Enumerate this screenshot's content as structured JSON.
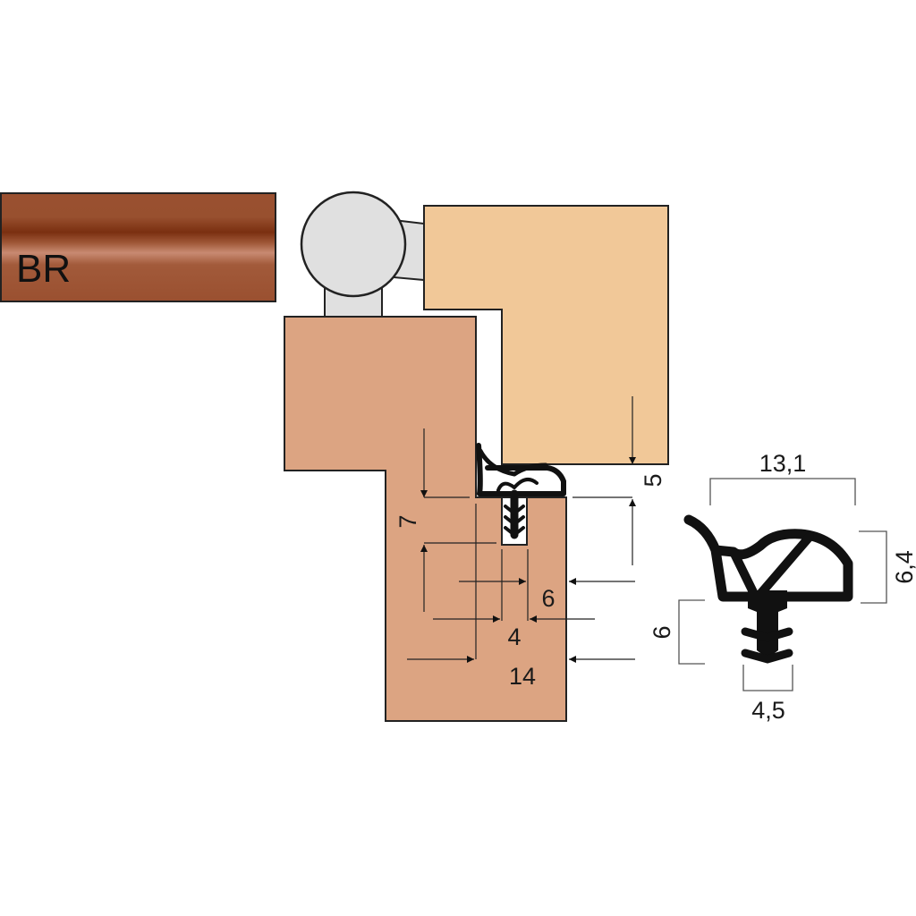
{
  "swatch": {
    "label": "BR",
    "color_base": "#9a5030",
    "color_dark": "#7a2f10",
    "color_highlight": "#c88a72"
  },
  "colors": {
    "frame": "#dca482",
    "sash": "#f1c898",
    "hinge": "#e0e0e0",
    "seal": "#111111",
    "outline": "#222222",
    "dim_line": "#555555"
  },
  "installation_dimensions": {
    "gap_top": "5",
    "groove_depth": "7",
    "groove_width": "4",
    "seal_offset": "6",
    "rebate_width": "14"
  },
  "profile_dimensions": {
    "width": "13,1",
    "height": "6,4",
    "foot_height": "6",
    "foot_width": "4,5"
  }
}
